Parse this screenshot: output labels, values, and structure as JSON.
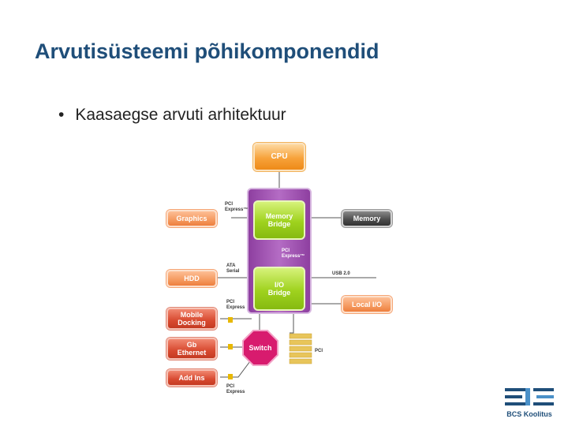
{
  "slide": {
    "title": "Arvutisüsteemi põhikomponendid",
    "bullet": "Kaasaegse arvuti arhitektuur"
  },
  "diagram": {
    "cpu": "CPU",
    "graphics": "Graphics",
    "memory_bridge": "Memory\nBridge",
    "memory": "Memory",
    "hdd": "HDD",
    "io_bridge": "I/O\nBridge",
    "local_io": "Local I/O",
    "mobile_docking": "Mobile\nDocking",
    "gb_ethernet": "Gb\nEthernet",
    "add_ins": "Add Ins",
    "switch": "Switch",
    "labels": {
      "pci_express_graphics": "PCI\nExpress™",
      "pci_express_bridges": "PCI\nExpress™",
      "ata_serial": "ATA\nSerial",
      "usb": "USB 2.0",
      "pci_express_switch": "PCI\nExpress",
      "pci_express_addins": "PCI\nExpress",
      "pci": "PCI"
    }
  },
  "logo": {
    "text": "BCS Koolitus"
  },
  "colors": {
    "title": "#1f4e79",
    "purple": "#9b4fb0",
    "orange": "#f7a23a",
    "red": "#d84a30",
    "green": "#9fd21e",
    "switch": "#d81b6e"
  }
}
